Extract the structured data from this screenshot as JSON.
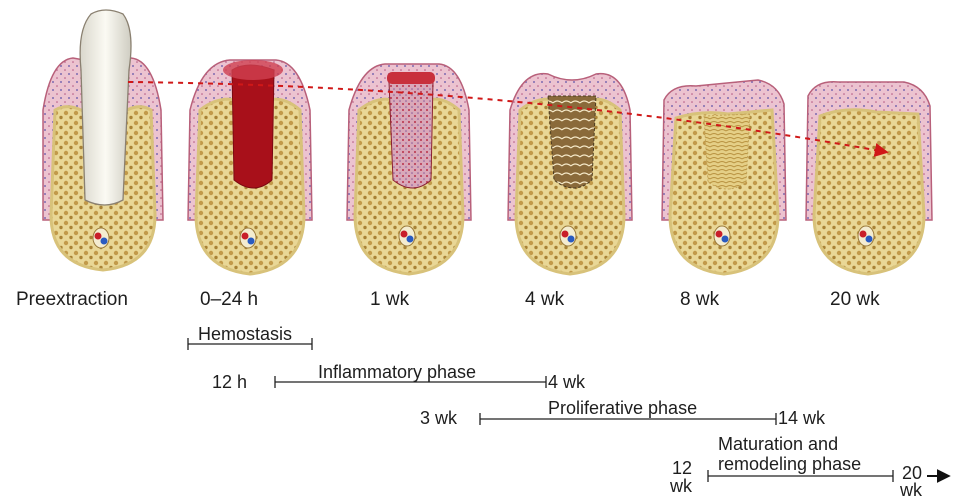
{
  "stages": [
    {
      "label": "Preextraction",
      "kind": "tooth"
    },
    {
      "label": "0–24 h",
      "kind": "clot"
    },
    {
      "label": "1 wk",
      "kind": "granulation"
    },
    {
      "label": "4 wk",
      "kind": "woven"
    },
    {
      "label": "8 wk",
      "kind": "bone"
    },
    {
      "label": "20 wk",
      "kind": "remodeled"
    }
  ],
  "phases": {
    "hemostasis": {
      "label": "Hemostasis"
    },
    "inflammatory": {
      "label": "Inflammatory phase",
      "start": "12 h",
      "end": "4 wk"
    },
    "proliferative": {
      "label": "Proliferative phase",
      "start": "3 wk",
      "end": "14 wk"
    },
    "maturation": {
      "label_line1": "Maturation and",
      "label_line2": "remodeling phase",
      "start_line1": "12",
      "start_line2": "wk",
      "end_line1": "20",
      "end_line2": "wk"
    }
  },
  "colors": {
    "gingiva": "#e8b9c9",
    "gingiva_edge": "#b8607a",
    "bone_outline": "#e8d690",
    "bone_fill": "#efe2a6",
    "trabeculae": "#c9a557",
    "clot": "#a8101a",
    "arrow": "#d01818"
  }
}
